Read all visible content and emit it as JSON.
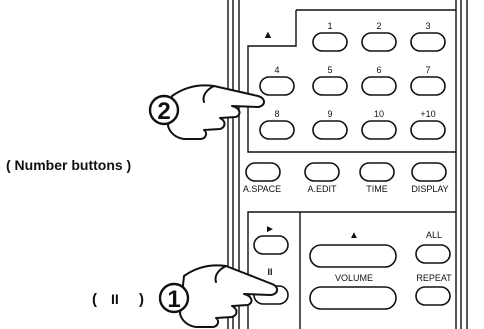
{
  "number_buttons": [
    {
      "label": "1"
    },
    {
      "label": "2"
    },
    {
      "label": "3"
    },
    {
      "label": "4"
    },
    {
      "label": "5"
    },
    {
      "label": "6"
    },
    {
      "label": "7"
    },
    {
      "label": "8"
    },
    {
      "label": "9"
    },
    {
      "label": "10"
    },
    {
      "label": "+10"
    }
  ],
  "function_buttons": [
    "A.SPACE",
    "A.EDIT",
    "TIME",
    "DISPLAY"
  ],
  "bottom": {
    "play_label": "►",
    "pause_label": "II",
    "volume_label": "VOLUME",
    "all_label": "ALL",
    "repeat_label": "REPEAT",
    "eject_label": "▲",
    "volume_up_label": "▲"
  },
  "callouts": {
    "step1": "1",
    "step2": "2",
    "number_buttons_caption": "( Number buttons )",
    "pause_caption_open": "(",
    "pause_caption_symbol": "II",
    "pause_caption_close": ")"
  }
}
